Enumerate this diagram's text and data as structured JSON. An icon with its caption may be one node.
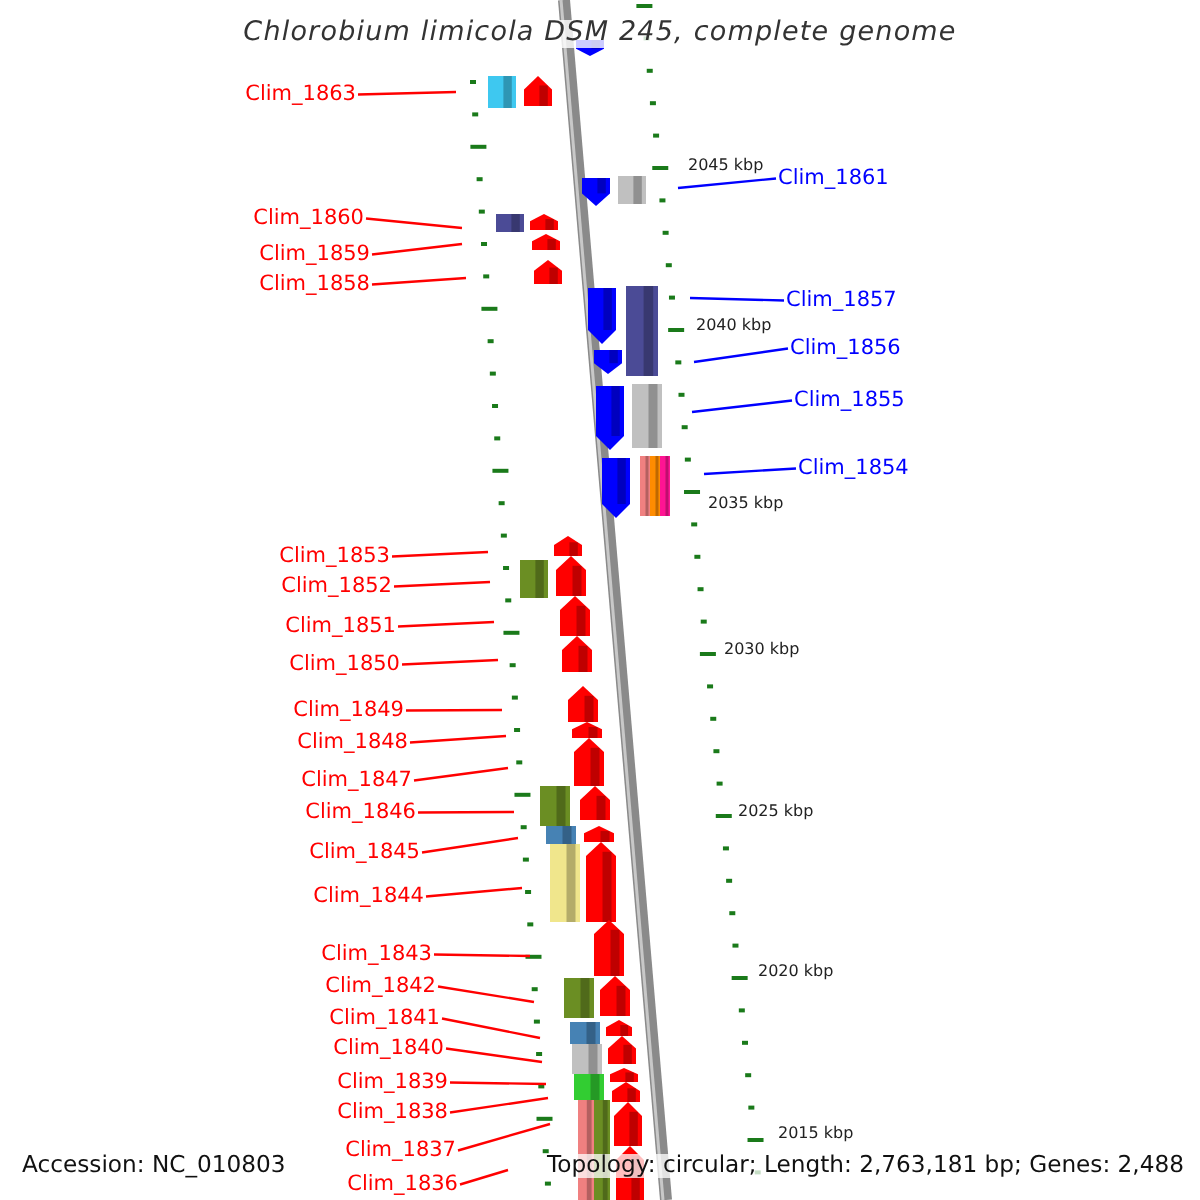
{
  "diagram": {
    "title": "Chlorobium limicola DSM 245, complete genome",
    "nodes": [
      {
        "text": [
          "Clim_1863"
        ]
      },
      {
        "text": [
          "Clim_1861"
        ]
      },
      {
        "text": [
          "Clim_1860"
        ]
      },
      {
        "text": [
          "Clim_1859"
        ]
      },
      {
        "text": [
          "Clim_1858"
        ]
      },
      {
        "text": [
          "Clim_1857"
        ]
      },
      {
        "text": [
          "Clim_1856"
        ]
      },
      {
        "text": [
          "Clim_1855"
        ]
      },
      {
        "text": [
          "Clim_1854"
        ]
      },
      {
        "text": [
          "Clim_1853"
        ]
      },
      {
        "text": [
          "Clim_1852"
        ]
      },
      {
        "text": [
          "Clim_1851"
        ]
      },
      {
        "text": [
          "Clim_1850"
        ]
      },
      {
        "text": [
          "Clim_1849"
        ]
      },
      {
        "text": [
          "Clim_1848"
        ]
      },
      {
        "text": [
          "Clim_1847"
        ]
      },
      {
        "text": [
          "Clim_1846"
        ]
      },
      {
        "text": [
          "Clim_1845"
        ]
      },
      {
        "text": [
          "Clim_1844"
        ]
      },
      {
        "text": [
          "Clim_1843"
        ]
      },
      {
        "text": [
          "Clim_1842"
        ]
      },
      {
        "text": [
          "Clim_1841"
        ]
      },
      {
        "text": [
          "Clim_1840"
        ]
      },
      {
        "text": [
          "Clim_1839"
        ]
      },
      {
        "text": [
          "Clim_1838"
        ]
      },
      {
        "text": [
          "Clim_1837"
        ]
      },
      {
        "text": [
          "Clim_1836"
        ]
      }
    ],
    "edges": [
      {
        "from": 0,
        "to": null,
        "arrow": "none"
      },
      {
        "from": 1,
        "to": null,
        "arrow": "none",
        "color": "#0000ff"
      },
      {
        "from": 2,
        "to": null,
        "arrow": "none"
      },
      {
        "from": 3,
        "to": null,
        "arrow": "none"
      },
      {
        "from": 4,
        "to": null,
        "arrow": "none"
      },
      {
        "from": 5,
        "to": null,
        "arrow": "none",
        "color": "#0000ff"
      },
      {
        "from": 6,
        "to": null,
        "arrow": "none",
        "color": "#0000ff"
      },
      {
        "from": 7,
        "to": null,
        "arrow": "none",
        "color": "#0000ff"
      },
      {
        "from": 8,
        "to": null,
        "arrow": "none",
        "color": "#0000ff"
      },
      {
        "from": 9,
        "to": null,
        "arrow": "none"
      },
      {
        "from": 10,
        "to": null,
        "arrow": "none"
      },
      {
        "from": 11,
        "to": null,
        "arrow": "none"
      },
      {
        "from": 12,
        "to": null,
        "arrow": "none"
      },
      {
        "from": 13,
        "to": null,
        "arrow": "none"
      },
      {
        "from": 14,
        "to": null,
        "arrow": "none"
      },
      {
        "from": 15,
        "to": null,
        "arrow": "none"
      },
      {
        "from": 16,
        "to": null,
        "arrow": "none"
      },
      {
        "from": 17,
        "to": null,
        "arrow": "none"
      },
      {
        "from": 18,
        "to": null,
        "arrow": "none"
      },
      {
        "from": 19,
        "to": null,
        "arrow": "none"
      },
      {
        "from": 20,
        "to": null,
        "arrow": "none"
      },
      {
        "from": 21,
        "to": null,
        "arrow": "none"
      },
      {
        "from": 22,
        "to": null,
        "arrow": "none"
      },
      {
        "from": 23,
        "to": null,
        "arrow": "none"
      },
      {
        "from": 24,
        "to": null,
        "arrow": "none"
      },
      {
        "from": 25,
        "to": null,
        "arrow": "none"
      },
      {
        "from": 26,
        "to": null,
        "arrow": "none"
      }
    ],
    "labels": [
      "2045 kbp",
      "2040 kbp",
      "2035 kbp",
      "2030 kbp",
      "2025 kbp",
      "2020 kbp",
      "2015 kbp",
      "Accession: NC_010803",
      "Topology: circular; Length: 2,763,181 bp; Genes: 2,488"
    ]
  }
}
